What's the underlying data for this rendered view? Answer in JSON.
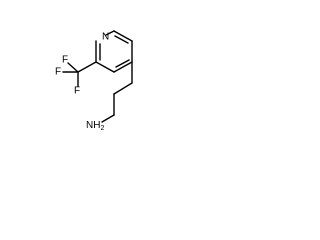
{
  "molecule": {
    "atoms": {
      "n_ring": "N",
      "f_top": "F",
      "f_left": "F",
      "f_bottom": "F",
      "amine": "NH",
      "amine_sub": "2"
    }
  }
}
